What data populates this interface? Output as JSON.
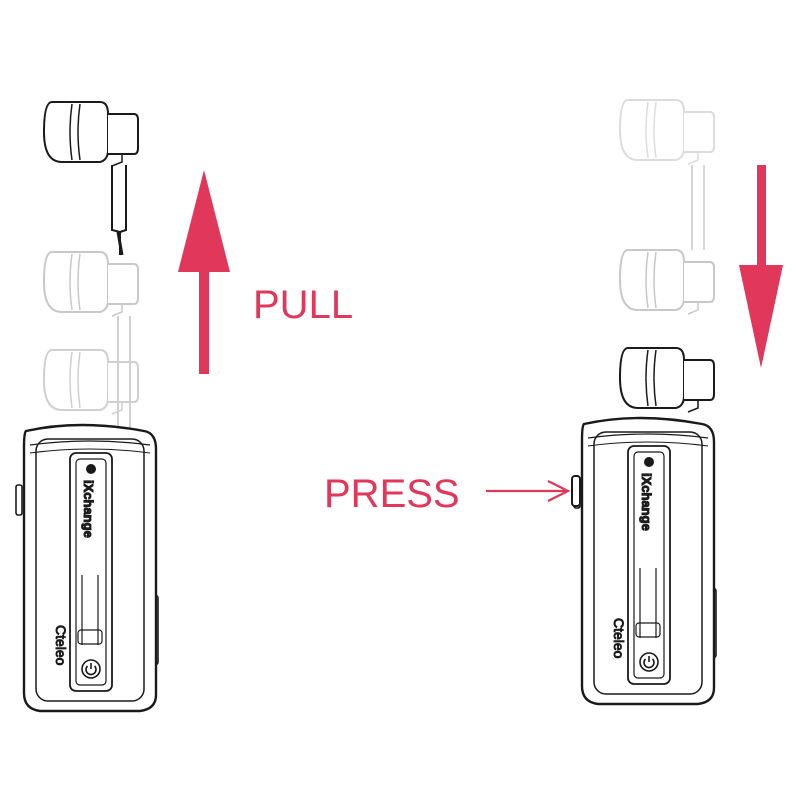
{
  "diagram": {
    "pull_label": "PULL",
    "press_label": "PRESS",
    "device_brand": "iXchange",
    "device_logo": "Cteleo",
    "accent_color": "#e0375a",
    "line_color": "#1a1a1a",
    "ghost_color": "#c8c8c8",
    "icons": [
      "earbud-icon",
      "power-icon",
      "brand-dot-icon",
      "arrow-up-icon",
      "arrow-down-icon",
      "arrow-right-icon"
    ]
  }
}
